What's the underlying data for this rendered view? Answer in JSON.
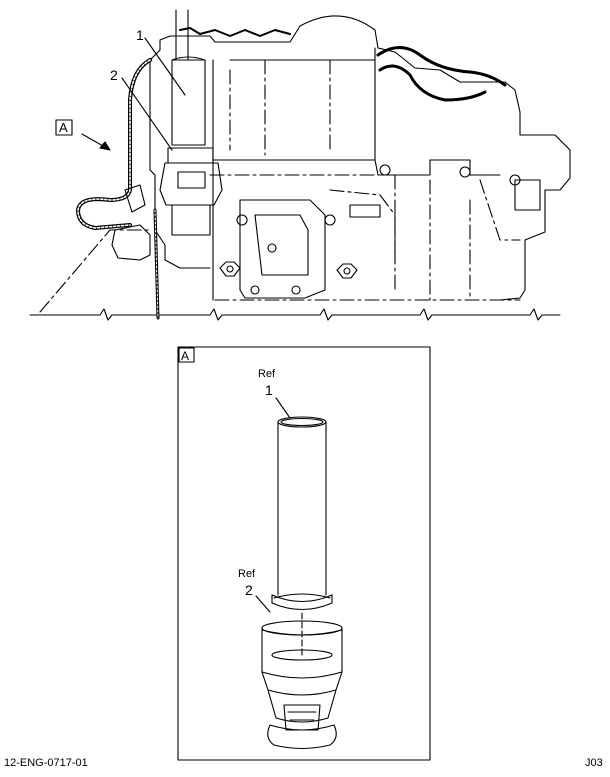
{
  "top_view": {
    "callouts": [
      "1",
      "2"
    ],
    "view_marker": "A"
  },
  "detail": {
    "frame_label": "A",
    "parts": [
      {
        "ref": "Ref",
        "num": "1"
      },
      {
        "ref": "Ref",
        "num": "2"
      }
    ]
  },
  "footer": {
    "figure_id": "12-ENG-0717-01",
    "sheet_code": "J03"
  }
}
